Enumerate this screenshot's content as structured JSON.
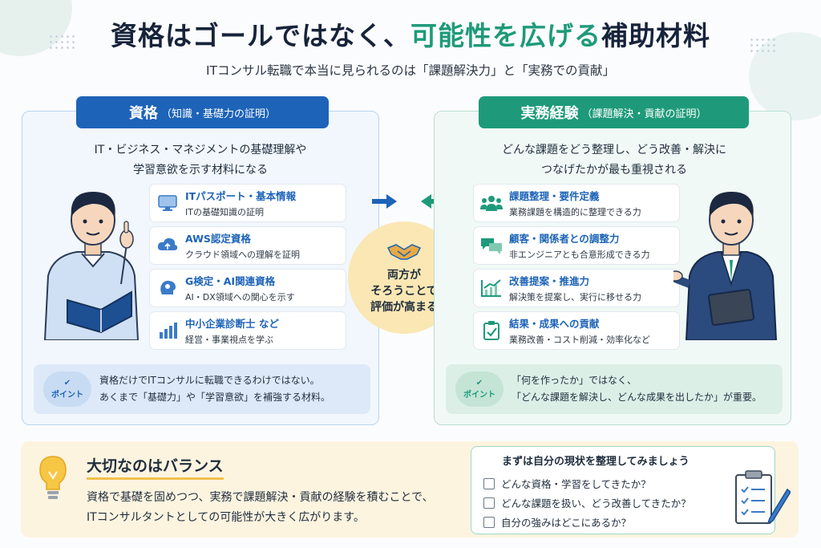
{
  "title": {
    "part1": "資格はゴールではなく、",
    "part2": "可能性を広げる",
    "part3": "補助材料"
  },
  "subtitle": "ITコンサル転職で本当に見られるのは「課題解決力」と「実務での貢献」",
  "left": {
    "tab_main": "資格",
    "tab_sub": "（知識・基礎力の証明）",
    "intro1": "IT・ビジネス・マネジメントの基礎理解や",
    "intro2": "学習意欲を示す材料になる",
    "cards": [
      {
        "title": "ITパスポート・基本情報",
        "sub": "ITの基礎知識の証明",
        "icon": "monitor-icon"
      },
      {
        "title": "AWS認定資格",
        "sub": "クラウド領域への理解を証明",
        "icon": "cloud-icon"
      },
      {
        "title": "G検定・AI関連資格",
        "sub": "AI・DX領域への関心を示す",
        "icon": "brain-icon"
      },
      {
        "title": "中小企業診断士 など",
        "sub": "経営・事業視点を学ぶ",
        "icon": "bar-chart-icon"
      }
    ],
    "point_label": "ポイント",
    "point1": "資格だけでITコンサルに転職できるわけではない。",
    "point2": "あくまで「基礎力」や「学習意欲」を補強する材料。"
  },
  "right": {
    "tab_main": "実務経験",
    "tab_sub": "（課題解決・貢献の証明）",
    "intro1": "どんな課題をどう整理し、どう改善・解決に",
    "intro2": "つなげたかが最も重視される",
    "cards": [
      {
        "title": "課題整理・要件定義",
        "sub": "業務課題を構造的に整理できる力",
        "icon": "people-icon"
      },
      {
        "title": "顧客・関係者との調整力",
        "sub": "非エンジニアとも合意形成できる力",
        "icon": "chat-icon"
      },
      {
        "title": "改善提案・推進力",
        "sub": "解決策を提案し、実行に移せる力",
        "icon": "trend-chart-icon"
      },
      {
        "title": "結果・成果への貢献",
        "sub": "業務改善・コスト削減・効率化など",
        "icon": "clipboard-check-icon"
      }
    ],
    "point_label": "ポイント",
    "point1": "「何を作ったか」ではなく、",
    "point2": "「どんな課題を解決し、どんな成果を出したか」が重要。"
  },
  "center": {
    "line1": "両方が",
    "line2": "そろうことで",
    "line3": "評価が高まる"
  },
  "bottom": {
    "title": "大切なのはバランス",
    "text1": "資格で基礎を固めつつ、実務で課題解決・貢献の経験を積むことで、",
    "text2": "ITコンサルタントとしての可能性が大きく広がります。"
  },
  "checklist": {
    "title": "まずは自分の現状を整理してみましょう",
    "items": [
      "どんな資格・学習をしてきたか？",
      "どんな課題を扱い、どう改善してきたか？",
      "自分の強みはどこにあるか？"
    ]
  },
  "colors": {
    "blue": "#1d63b8",
    "green": "#1e9a7a",
    "yellow": "#fbe7b4"
  }
}
